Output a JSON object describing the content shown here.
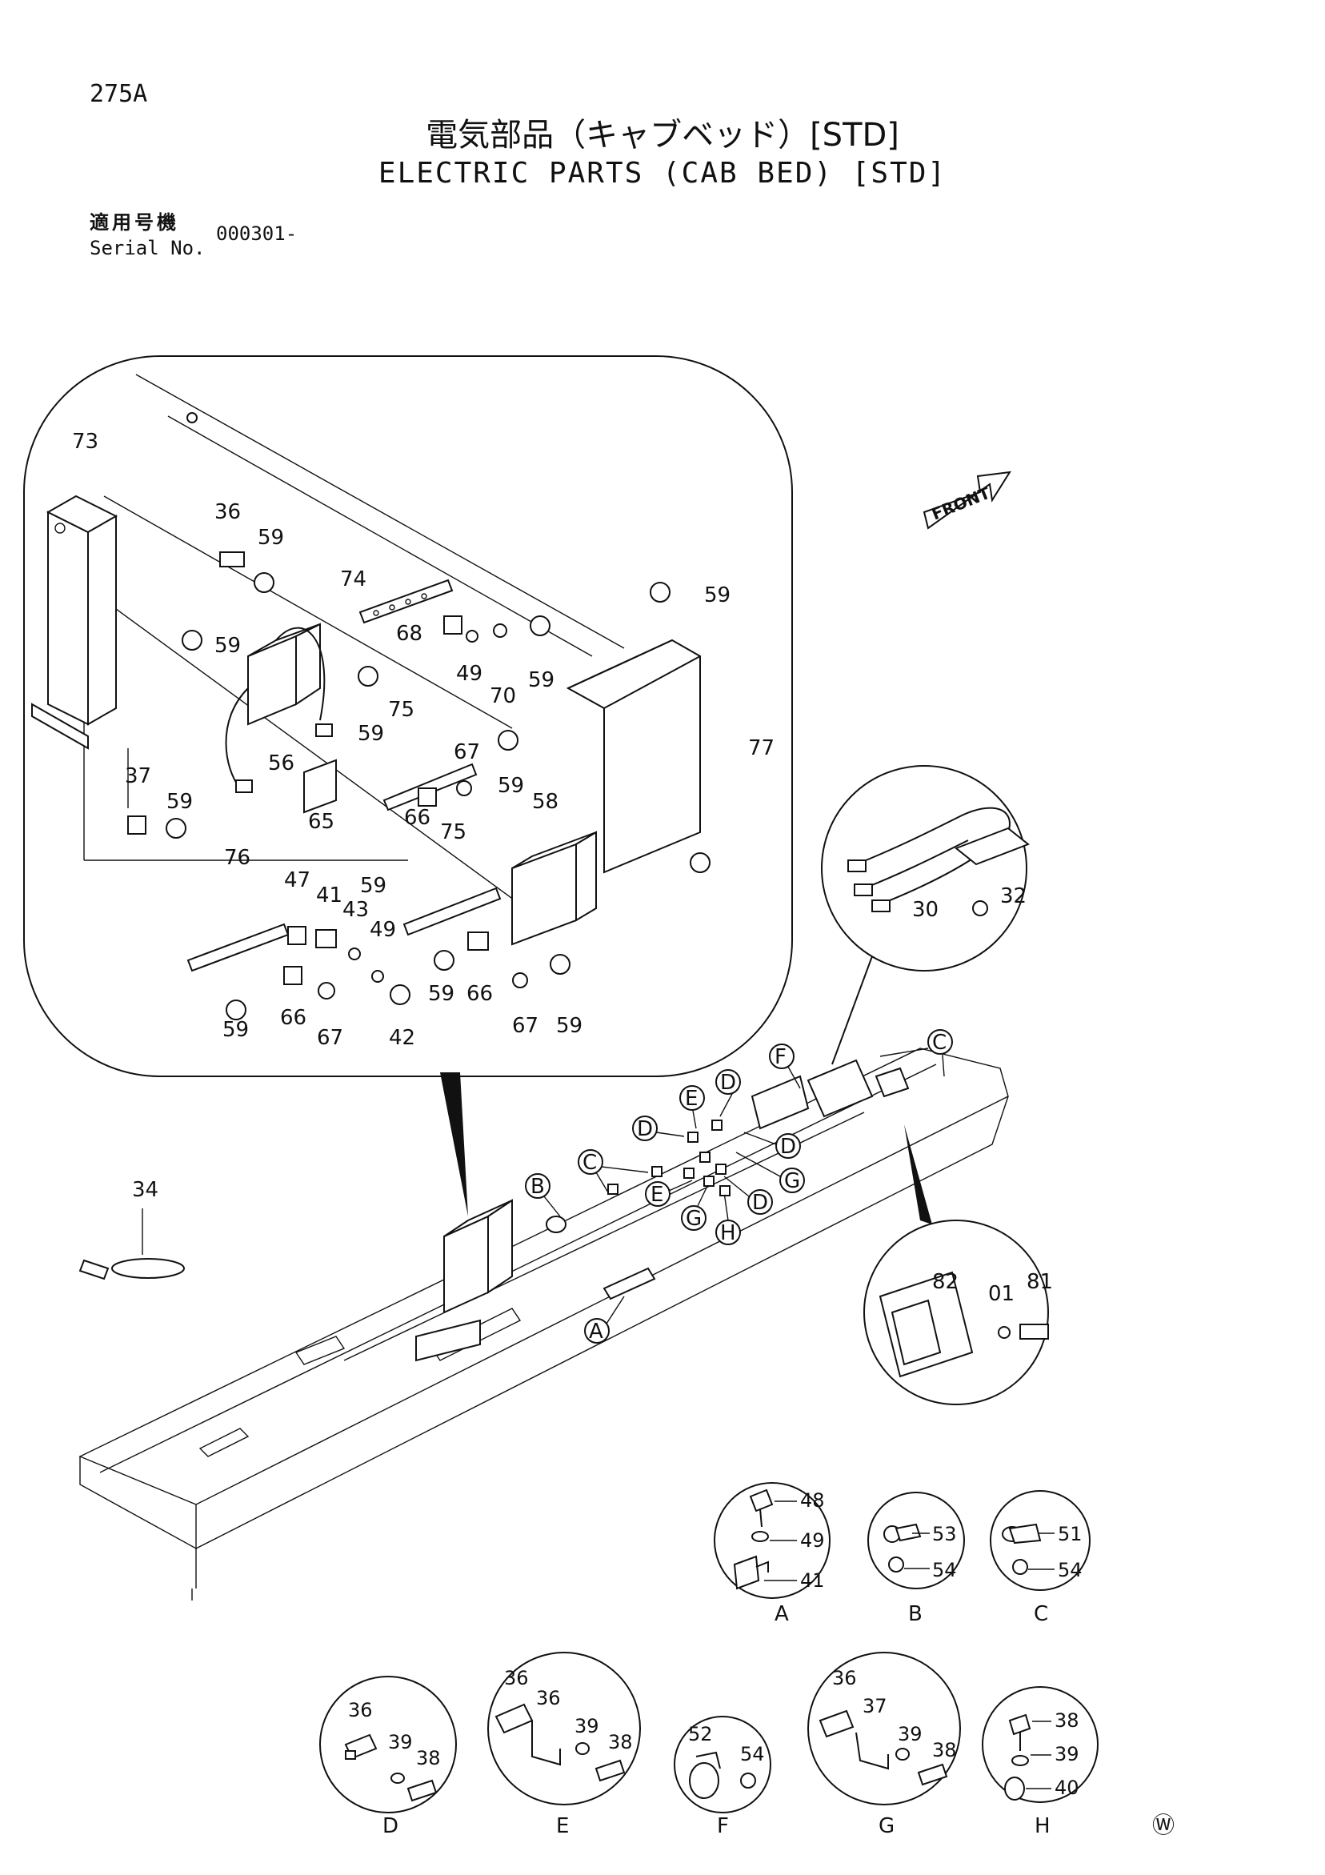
{
  "header": {
    "page_number": "275A",
    "title_jp": "電気部品（キャブベッド）[STD]",
    "title_en": "ELECTRIC PARTS (CAB BED) [STD]",
    "serial_label_jp": "適用号機",
    "serial_label_en": "Serial No.",
    "serial_value": "000301-"
  },
  "front_label": "FRONT",
  "corner_mark": "Ⓦ",
  "inset_main_labels": [
    "73",
    "36",
    "59",
    "74",
    "59",
    "68",
    "49",
    "70",
    "59",
    "59",
    "56",
    "59",
    "75",
    "67",
    "59",
    "77",
    "37",
    "59",
    "65",
    "66",
    "58",
    "75",
    "76",
    "47",
    "41",
    "43",
    "49",
    "59",
    "59",
    "66",
    "67",
    "42",
    "59",
    "66",
    "67",
    "59"
  ],
  "inset_harness_labels": [
    "30",
    "32"
  ],
  "inset_switch_labels": [
    "82",
    "01",
    "81"
  ],
  "free_part_label": "34",
  "bed_callouts": [
    "F",
    "E",
    "D",
    "C",
    "D",
    "D",
    "G",
    "C",
    "B",
    "E",
    "G",
    "H",
    "D",
    "A"
  ],
  "detail_views": [
    {
      "letter": "A",
      "labels": [
        "48",
        "49",
        "41"
      ]
    },
    {
      "letter": "B",
      "labels": [
        "53",
        "54"
      ]
    },
    {
      "letter": "C",
      "labels": [
        "51",
        "54"
      ]
    },
    {
      "letter": "D",
      "labels": [
        "36",
        "39",
        "38"
      ]
    },
    {
      "letter": "E",
      "labels": [
        "36",
        "36",
        "39",
        "38"
      ]
    },
    {
      "letter": "F",
      "labels": [
        "52",
        "54"
      ]
    },
    {
      "letter": "G",
      "labels": [
        "36",
        "37",
        "39",
        "38"
      ]
    },
    {
      "letter": "H",
      "labels": [
        "38",
        "39",
        "40"
      ]
    }
  ]
}
